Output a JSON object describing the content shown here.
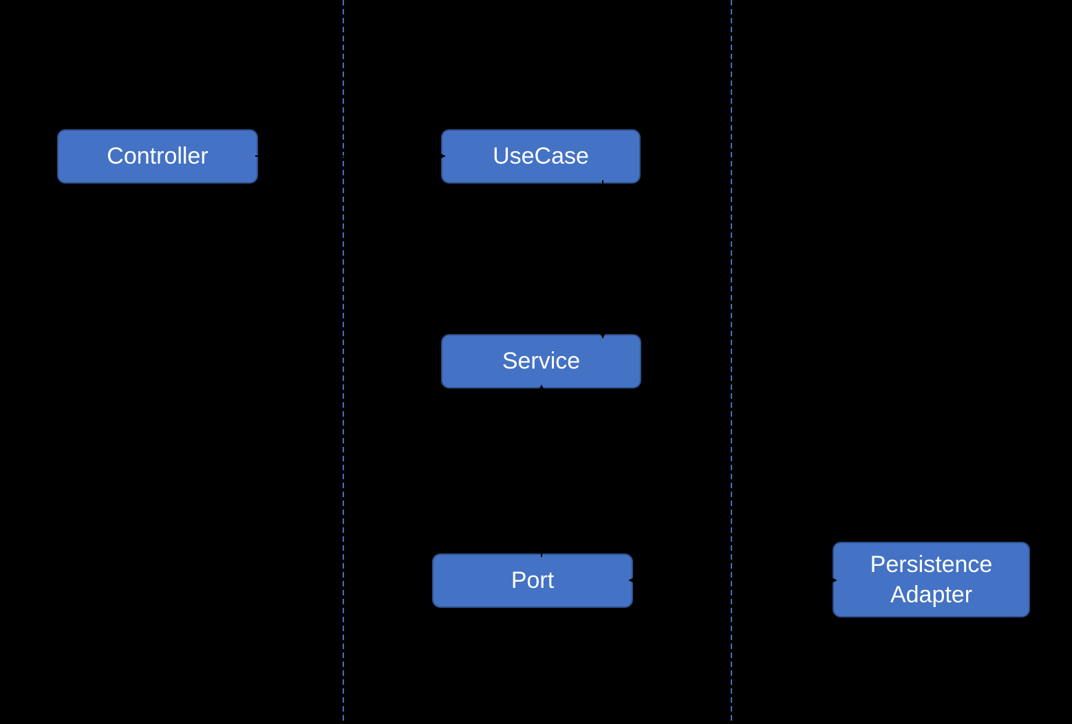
{
  "colors": {
    "background": "#000000",
    "node_fill": "#4472C4",
    "node_border": "#2F528F",
    "node_text": "#FFFFFF",
    "divider": "#4472C4",
    "connector": "#000000"
  },
  "nodes": {
    "controller": {
      "label": "Controller"
    },
    "usecase": {
      "label": "UseCase"
    },
    "service": {
      "label": "Service"
    },
    "port": {
      "label": "Port"
    },
    "persistence_adapter": {
      "label": "Persistence Adapter"
    }
  },
  "lanes": {
    "divider_count": 2,
    "style": "dashed-vertical"
  },
  "connectors": [
    {
      "from": "controller",
      "to": "usecase"
    },
    {
      "from": "usecase",
      "to": "service"
    },
    {
      "from": "port",
      "to": "service"
    },
    {
      "from": "port",
      "to": "persistence_adapter",
      "bidirectional": true
    }
  ]
}
